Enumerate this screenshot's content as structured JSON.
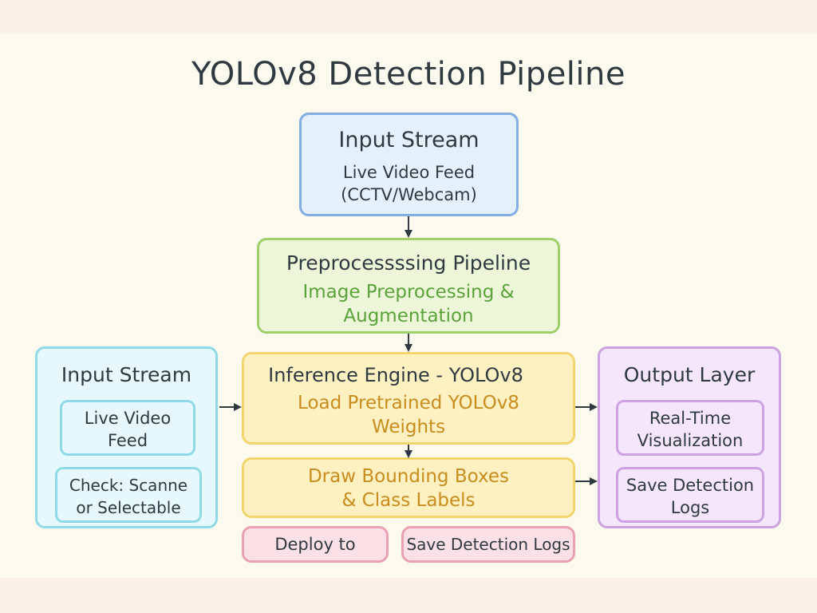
{
  "title": "YOLOv8 Detection Pipeline",
  "input_stream_top": {
    "heading": "Input Stream",
    "line1": "Live Video Feed",
    "line2": "(CCTV/Webcam)"
  },
  "preprocessing": {
    "heading": "Preprocessssing Pipeline",
    "line1": "Image Preprocessing &",
    "line2": "Augmentation"
  },
  "inference": {
    "heading": "Inference Engine - YOLOv8",
    "line1": "Load Pretrained YOLOv8",
    "line2": "Weights"
  },
  "draw_boxes": {
    "line1": "Draw Bounding Boxes",
    "line2": "& Class Labels"
  },
  "input_stream_left": {
    "heading": "Input Stream",
    "item1_line1": "Live Video",
    "item1_line2": "Feed",
    "item2_line1": "Check: Scanne",
    "item2_line2": "or Selectable"
  },
  "output_layer": {
    "heading": "Output Layer",
    "item1_line1": "Real-Time",
    "item1_line2": "Visualization",
    "item2_line1": "Save Detection",
    "item2_line2": "Logs"
  },
  "bottom": {
    "deploy": "Deploy to",
    "save_logs": "Save Detection Logs"
  },
  "colors": {
    "arrow": "#2e3a40",
    "blue_border": "#83aee3",
    "green_border": "#9fd06a",
    "yellow_border": "#f3d56e",
    "cyan_border": "#8fdae6",
    "purple_border": "#cca2e3",
    "pink_border": "#eba1b4"
  }
}
